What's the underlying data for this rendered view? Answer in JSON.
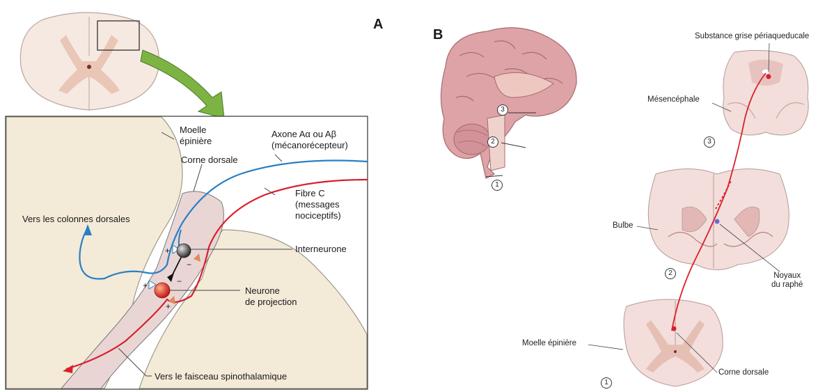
{
  "panel_a": {
    "letter": "A",
    "labels": {
      "moelle_epiniere": "Moelle\népinière",
      "corne_dorsale": "Corne dorsale",
      "axone": "Axone Aα ou Aβ\n(mécanorécepteur)",
      "fibre_c": "Fibre C\n(messages\nnociceptifs)",
      "vers_colonnes": "Vers les colonnes dorsales",
      "interneurone": "Interneurone",
      "neurone_projection": "Neurone\nde projection",
      "vers_faisceau": "Vers le faisceau spinothalamique"
    },
    "signs": {
      "plus": "+",
      "minus": "−"
    },
    "colors": {
      "blue_fiber": "#2a7fc4",
      "red_fiber": "#d8202a",
      "arrow_green": "#6aa33a",
      "cord": "#f3ead8",
      "horn": "#e9d6d4"
    }
  },
  "panel_b": {
    "letter": "B",
    "labels": {
      "substance_grise": "Substance grise périaqueducale",
      "mesencephale": "Mésencéphale",
      "bulbe": "Bulbe",
      "noyaux_raphe": "Noyaux\ndu raphé",
      "moelle_epiniere": "Moelle épinière",
      "corne_dorsale": "Corne dorsale"
    },
    "numbers": [
      "1",
      "2",
      "3"
    ]
  }
}
